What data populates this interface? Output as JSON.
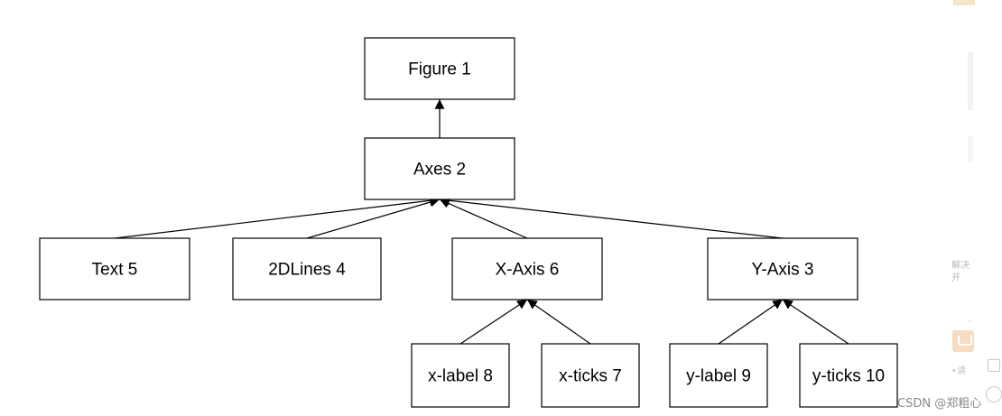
{
  "diagram": {
    "nodes": [
      {
        "id": "figure",
        "label": "Figure 1"
      },
      {
        "id": "axes",
        "label": "Axes 2"
      },
      {
        "id": "text",
        "label": "Text 5"
      },
      {
        "id": "lines2d",
        "label": "2DLines 4"
      },
      {
        "id": "xaxis",
        "label": "X-Axis 6"
      },
      {
        "id": "yaxis",
        "label": "Y-Axis 3"
      },
      {
        "id": "xlabel",
        "label": "x-label 8"
      },
      {
        "id": "xticks",
        "label": "x-ticks 7"
      },
      {
        "id": "ylabel",
        "label": "y-label 9"
      },
      {
        "id": "yticks",
        "label": "y-ticks 10"
      }
    ],
    "edges": [
      {
        "from": "axes",
        "to": "figure"
      },
      {
        "from": "text",
        "to": "axes"
      },
      {
        "from": "lines2d",
        "to": "axes"
      },
      {
        "from": "xaxis",
        "to": "axes"
      },
      {
        "from": "yaxis",
        "to": "axes"
      },
      {
        "from": "xlabel",
        "to": "xaxis"
      },
      {
        "from": "xticks",
        "to": "xaxis"
      },
      {
        "from": "ylabel",
        "to": "yaxis"
      },
      {
        "from": "yticks",
        "to": "yaxis"
      }
    ]
  },
  "sidebar": {
    "text_1": "解决",
    "text_2": "开",
    "text_3": "-",
    "text_4": "•请"
  },
  "watermark": "CSDN @郑粗心",
  "colors": {
    "stroke": "#000000",
    "background": "#ffffff",
    "accent": "#f6dcc0",
    "watermark": "#8a8a8a"
  }
}
